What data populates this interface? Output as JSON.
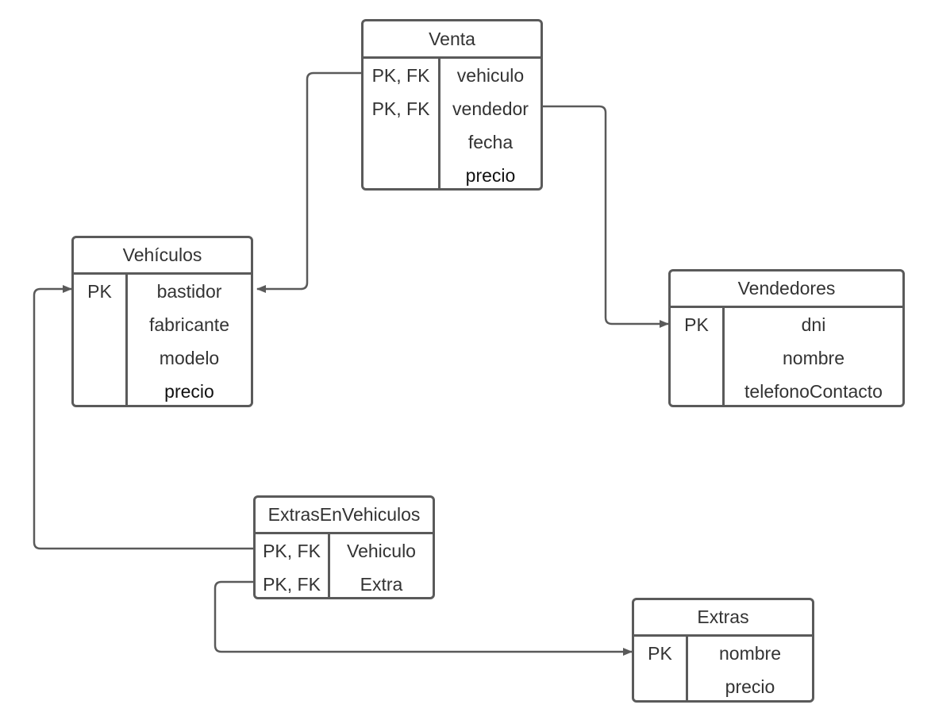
{
  "entities": {
    "venta": {
      "title": "Venta",
      "keys": [
        "PK, FK",
        "PK, FK",
        "",
        ""
      ],
      "attributes": [
        "vehiculo",
        "vendedor",
        "fecha",
        "precio"
      ]
    },
    "vehiculos": {
      "title": "Vehículos",
      "keys": [
        "PK",
        "",
        "",
        ""
      ],
      "attributes": [
        "bastidor",
        "fabricante",
        "modelo",
        "precio"
      ]
    },
    "vendedores": {
      "title": "Vendedores",
      "keys": [
        "PK",
        "",
        ""
      ],
      "attributes": [
        "dni",
        "nombre",
        "telefonoContacto"
      ]
    },
    "extras_en_vehiculos": {
      "title": "ExtrasEnVehiculos",
      "keys": [
        "PK, FK",
        "PK, FK"
      ],
      "attributes": [
        "Vehiculo",
        "Extra"
      ]
    },
    "extras": {
      "title": "Extras",
      "keys": [
        "PK",
        ""
      ],
      "attributes": [
        "nombre",
        "precio"
      ]
    }
  },
  "relationships": [
    {
      "from": "venta.vehiculo",
      "to": "vehiculos.bastidor"
    },
    {
      "from": "venta.vendedor",
      "to": "vendedores.dni"
    },
    {
      "from": "extras_en_vehiculos.Vehiculo",
      "to": "vehiculos.bastidor"
    },
    {
      "from": "extras_en_vehiculos.Extra",
      "to": "extras.nombre"
    }
  ],
  "colors": {
    "border": "#5a5a5a",
    "text": "#333333",
    "connector": "#5a5a5a"
  }
}
